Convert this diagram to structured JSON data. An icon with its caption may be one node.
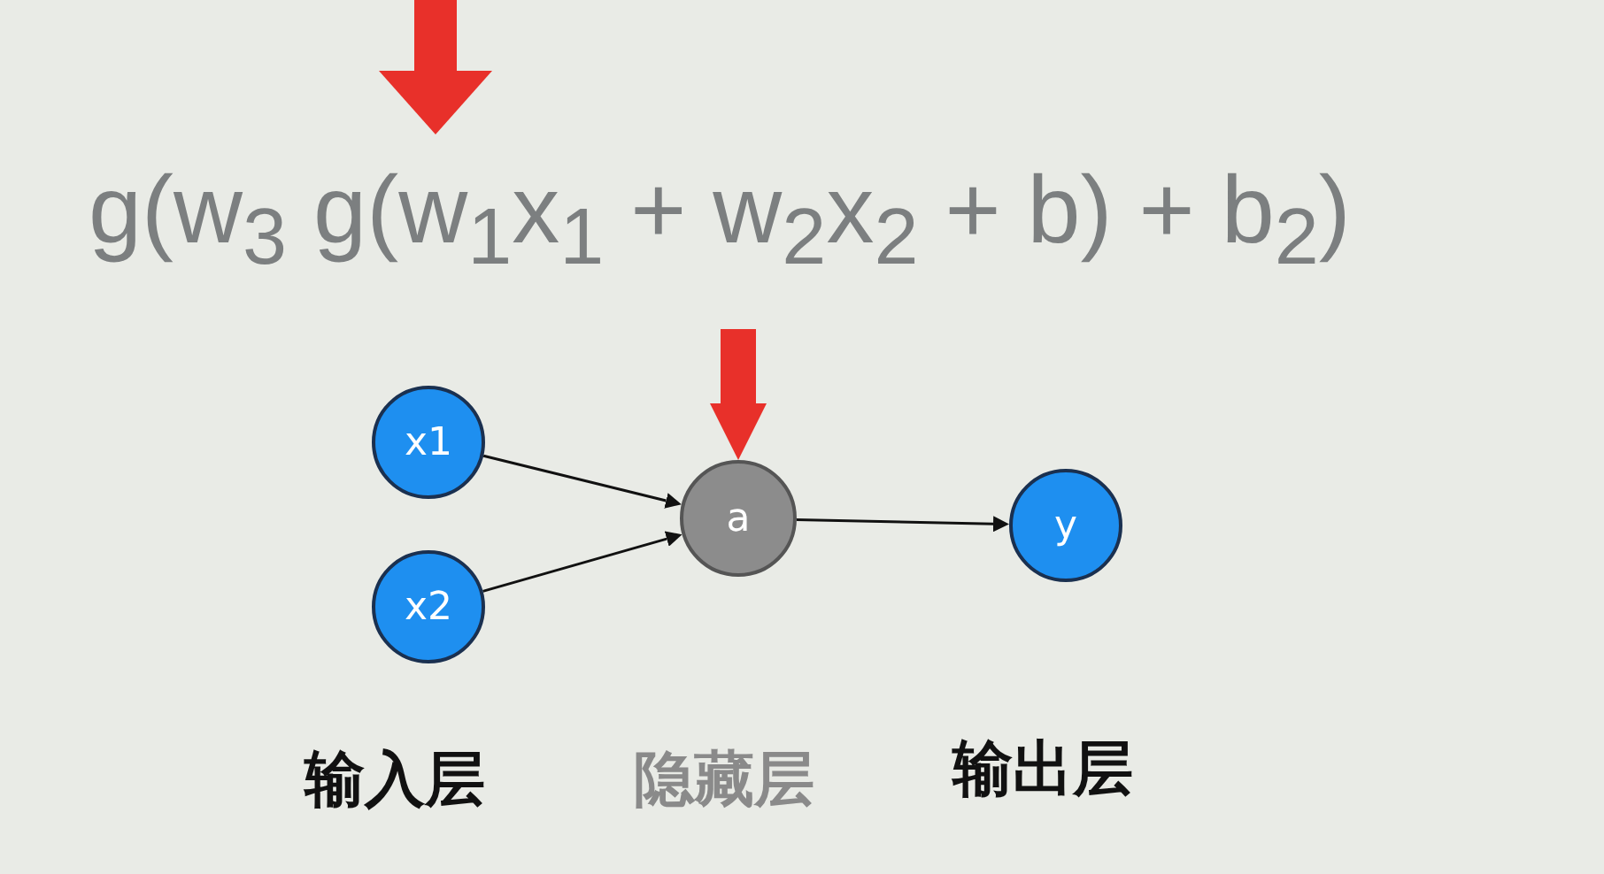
{
  "diagram": {
    "nodes": [
      {
        "text": [
          "x1"
        ]
      },
      {
        "text": [
          "x2"
        ]
      },
      {
        "text": [
          "a"
        ]
      },
      {
        "text": [
          "y"
        ]
      }
    ],
    "edges": [
      {
        "from": 0,
        "to": 2,
        "arrow": "to"
      },
      {
        "from": 1,
        "to": 2,
        "arrow": "to"
      },
      {
        "from": 2,
        "to": 3,
        "arrow": "to"
      },
      {
        "from": null,
        "to": 2,
        "arrow": "to",
        "style": "thick",
        "color": "#e8302a"
      }
    ],
    "labels": [
      "g(w$_{3}$ g(w$_{1}$x$_{1}$ + w$_{2}$x$_{2}$ + b) + b$_{2}$)",
      "输入层",
      "隐藏层",
      "输出层"
    ]
  }
}
